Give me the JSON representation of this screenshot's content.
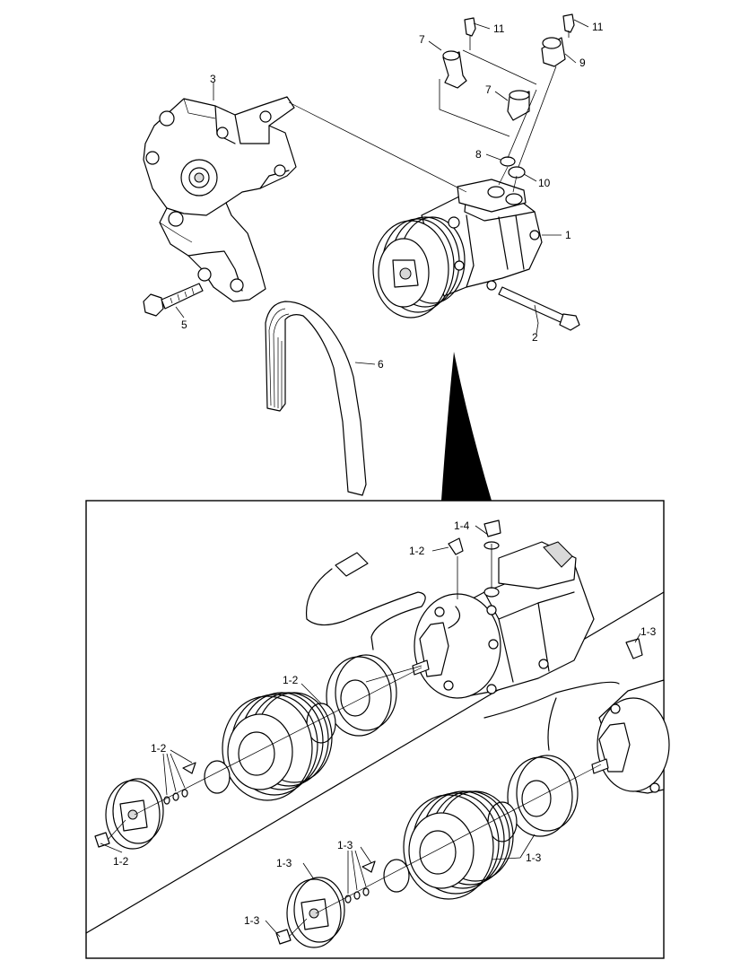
{
  "callouts": {
    "c1": "1",
    "c2": "2",
    "c3": "3",
    "c5": "5",
    "c6": "6",
    "c7a": "7",
    "c7b": "7",
    "c8": "8",
    "c9": "9",
    "c10": "10",
    "c11a": "11",
    "c11b": "11",
    "d12a": "1-2",
    "d12b": "1-2",
    "d12c": "1-2",
    "d12d": "1-2",
    "d13a": "1-3",
    "d13b": "1-3",
    "d13c": "1-3",
    "d13d": "1-3",
    "d13e": "1-3",
    "d14": "1-4"
  }
}
